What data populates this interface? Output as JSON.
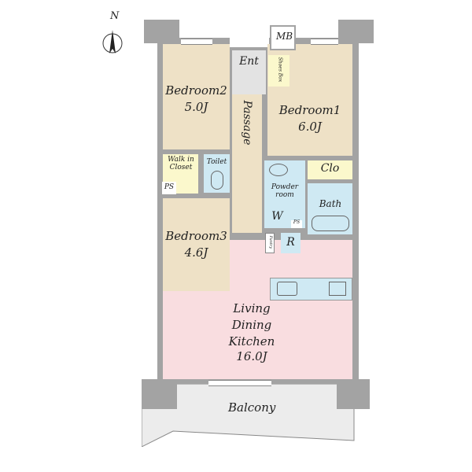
{
  "compass": {
    "label": "N"
  },
  "rooms": {
    "bedroom2": {
      "name": "Bedroom2",
      "size": "5.0J"
    },
    "bedroom1": {
      "name": "Bedroom1",
      "size": "6.0J"
    },
    "bedroom3": {
      "name": "Bedroom3",
      "size": "4.6J"
    },
    "ldk": {
      "name": "Living\nDining\nKitchen",
      "size": "16.0J"
    },
    "passage": "Passage",
    "entrance": "Ent",
    "mb": "MB",
    "shoes_box": "Shoes Box",
    "walk_in_closet": "Walk in\nCloset",
    "toilet": "Toilet",
    "ps1": "PS",
    "ps2": "PS",
    "clo": "Clo",
    "powder_room": "Powder\nroom",
    "washer": "W",
    "bath": "Bath",
    "pantry": "Pantry",
    "refrigerator": "R",
    "balcony": "Balcony"
  },
  "colors": {
    "bedroom": "#eee1c6",
    "wet_area": "#cfe9f3",
    "storage": "#fbf8cc",
    "ldk": "#f9dde0",
    "wall": "#a3a3a3"
  }
}
